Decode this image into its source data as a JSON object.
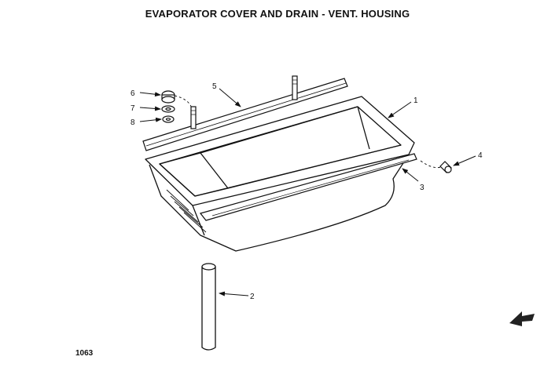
{
  "title": "EVAPORATOR COVER AND DRAIN - VENT. HOUSING",
  "figure_number": "1063",
  "callouts": [
    {
      "id": "1",
      "label": "1"
    },
    {
      "id": "2",
      "label": "2"
    },
    {
      "id": "3",
      "label": "3"
    },
    {
      "id": "4",
      "label": "4"
    },
    {
      "id": "5",
      "label": "5"
    },
    {
      "id": "6",
      "label": "6"
    },
    {
      "id": "7",
      "label": "7"
    },
    {
      "id": "8",
      "label": "8"
    }
  ],
  "colors": {
    "ink": "#111111",
    "paper": "#ffffff"
  }
}
